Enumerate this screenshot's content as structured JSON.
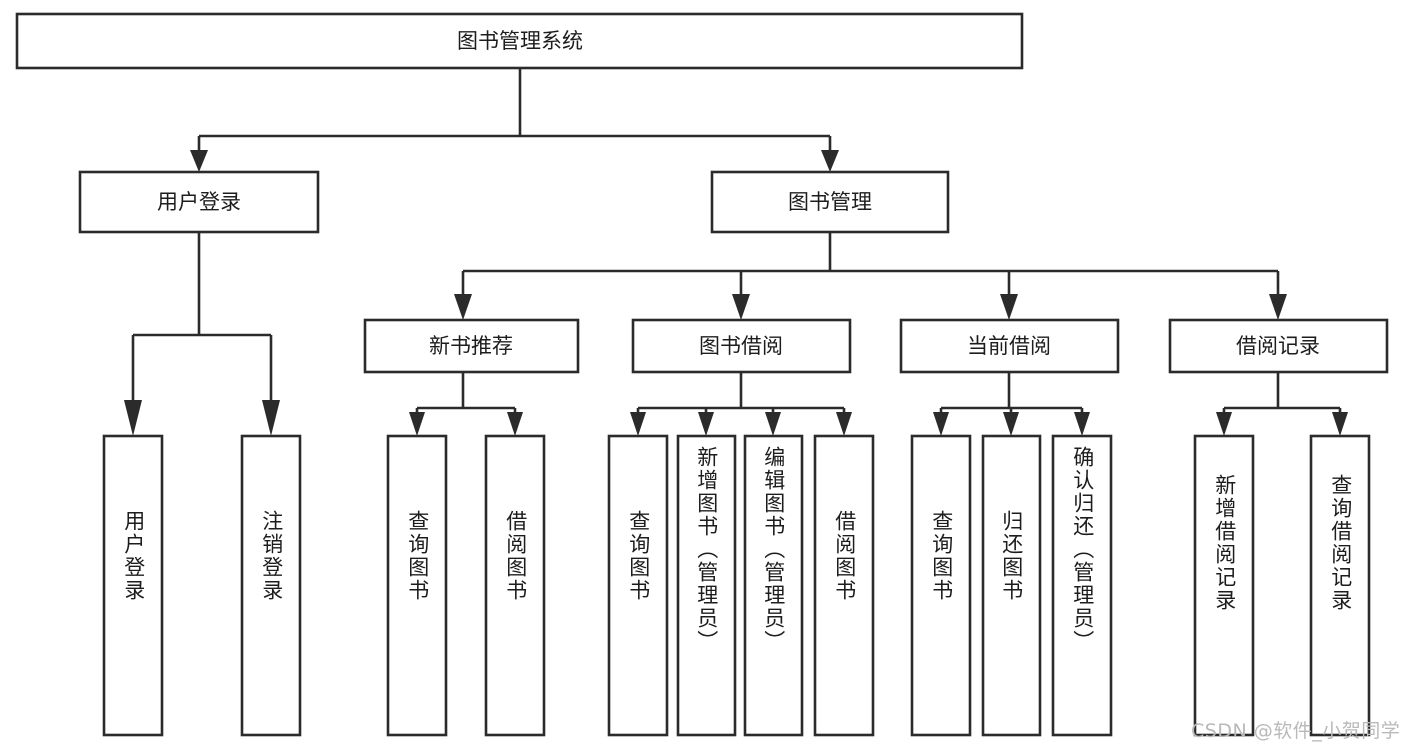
{
  "diagram": {
    "type": "hierarchy-tree",
    "title": "图书管理系统",
    "orientation": "top-down",
    "colors": {
      "background": "#ffffff",
      "box_fill": "#ffffff",
      "box_stroke": "#2b2b2b",
      "connector": "#2b2b2b",
      "text": "#1d1d1d",
      "watermark": "#b9b9b9"
    },
    "root": {
      "label": "图书管理系统",
      "id": "root-book-management-system"
    },
    "level2": [
      {
        "id": "user-login",
        "label": "用户登录"
      },
      {
        "id": "book-management",
        "label": "图书管理"
      }
    ],
    "level3": [
      {
        "id": "new-book-recommend",
        "label": "新书推荐",
        "parent": "book-management"
      },
      {
        "id": "book-borrow",
        "label": "图书借阅",
        "parent": "book-management"
      },
      {
        "id": "current-borrow",
        "label": "当前借阅",
        "parent": "book-management"
      },
      {
        "id": "borrow-record",
        "label": "借阅记录",
        "parent": "book-management"
      }
    ],
    "leaves": [
      {
        "id": "leaf-user-login",
        "label": "用户登录",
        "parent": "user-login"
      },
      {
        "id": "leaf-logout-login",
        "label": "注销登录",
        "parent": "user-login"
      },
      {
        "id": "leaf-query-book-1",
        "label": "查询图书",
        "parent": "new-book-recommend"
      },
      {
        "id": "leaf-borrow-book-1",
        "label": "借阅图书",
        "parent": "new-book-recommend"
      },
      {
        "id": "leaf-query-book-2",
        "label": "查询图书",
        "parent": "book-borrow"
      },
      {
        "id": "leaf-add-book-admin",
        "label": "新增图书（管理员）",
        "parent": "book-borrow"
      },
      {
        "id": "leaf-edit-book-admin",
        "label": "编辑图书（管理员）",
        "parent": "book-borrow"
      },
      {
        "id": "leaf-borrow-book-2",
        "label": "借阅图书",
        "parent": "book-borrow"
      },
      {
        "id": "leaf-query-book-3",
        "label": "查询图书",
        "parent": "current-borrow"
      },
      {
        "id": "leaf-return-book",
        "label": "归还图书",
        "parent": "current-borrow"
      },
      {
        "id": "leaf-confirm-return-admin",
        "label": "确认归还（管理员）",
        "parent": "current-borrow"
      },
      {
        "id": "leaf-add-borrow-record",
        "label": "新增借阅记录",
        "parent": "borrow-record"
      },
      {
        "id": "leaf-query-borrow-record",
        "label": "查询借阅记录",
        "parent": "borrow-record"
      }
    ]
  },
  "watermark": {
    "text": "CSDN @软件_小贺同学"
  }
}
